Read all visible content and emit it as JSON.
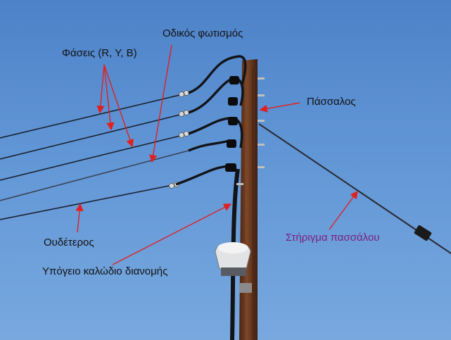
{
  "labels": {
    "phases": "Φάσεις (R, Y, B)",
    "street_lighting": "Οδικός φωτισμός",
    "pole": "Πάσσαλος",
    "neutral": "Ουδέτερος",
    "underground_cable": "Υπόγειο καλώδιο διανομής",
    "pole_stay": "Στήριγμα πασσάλου"
  },
  "colors": {
    "sky": "#5d8fd0",
    "arrow": "#e02020",
    "pole": "#6b3a22",
    "label_text": "#111111",
    "stay_label_text": "#7a1f7e"
  }
}
